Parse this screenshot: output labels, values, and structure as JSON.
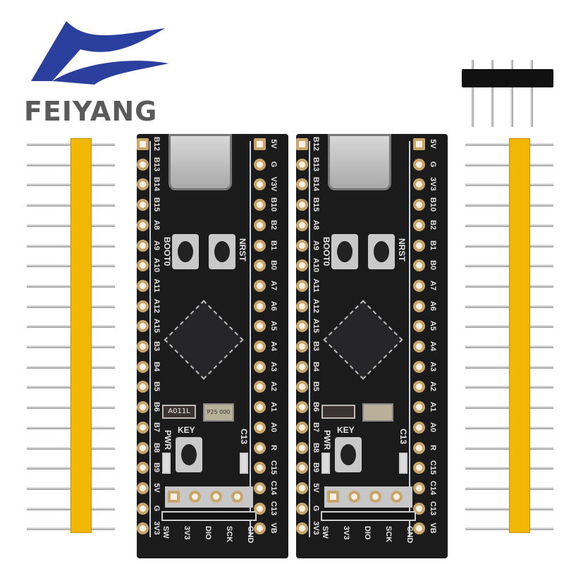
{
  "logo": {
    "brand": "FEIYANG",
    "colors": {
      "blue": "#2a3f9e",
      "gray": "#5a5a5a"
    }
  },
  "boards": [
    {
      "left_pins": [
        "B12",
        "B13",
        "B14",
        "B15",
        "A8",
        "A9",
        "A10",
        "A11",
        "A12",
        "A15",
        "B3",
        "B4",
        "B5",
        "B6",
        "B7",
        "B8",
        "B9",
        "5V",
        "G",
        "3V3"
      ],
      "right_pins": [
        "5V",
        "G",
        "V3V",
        "B10",
        "B2",
        "B1",
        "B0",
        "A7",
        "A6",
        "A5",
        "A4",
        "A3",
        "A2",
        "A1",
        "A0",
        "R",
        "C15",
        "C14",
        "C13",
        "VB"
      ],
      "boot_label": "BOOT0",
      "reset_label": "NRST",
      "key_label": "KEY",
      "pwr_label": "PWR",
      "led_label": "C13",
      "ic_marking": "A011L",
      "crystal_marking": "P25 000",
      "swd_labels": [
        "SW",
        "3V3",
        "DIO",
        "SCK",
        "GND"
      ]
    },
    {
      "left_pins": [
        "B12",
        "B13",
        "B14",
        "B15",
        "A8",
        "A9",
        "A10",
        "A11",
        "A12",
        "A15",
        "B3",
        "B4",
        "B5",
        "B6",
        "B7",
        "B8",
        "B9",
        "5V",
        "G",
        "3V3"
      ],
      "right_pins": [
        "5V",
        "G",
        "3V3",
        "B10",
        "B2",
        "B1",
        "B0",
        "A7",
        "A6",
        "A5",
        "A4",
        "A3",
        "A2",
        "A1",
        "A0",
        "R",
        "C15",
        "C14",
        "C13",
        "VB"
      ],
      "boot_label": "BOOT0",
      "reset_label": "NRST",
      "key_label": "KEY",
      "pwr_label": "PWR",
      "led_label": "C13",
      "ic_marking": "",
      "crystal_marking": "",
      "swd_labels": [
        "SW",
        "3V3",
        "DIO",
        "SCK",
        "GND"
      ]
    }
  ],
  "header_colors": {
    "yellow": "#f2b705",
    "black": "#111111"
  }
}
